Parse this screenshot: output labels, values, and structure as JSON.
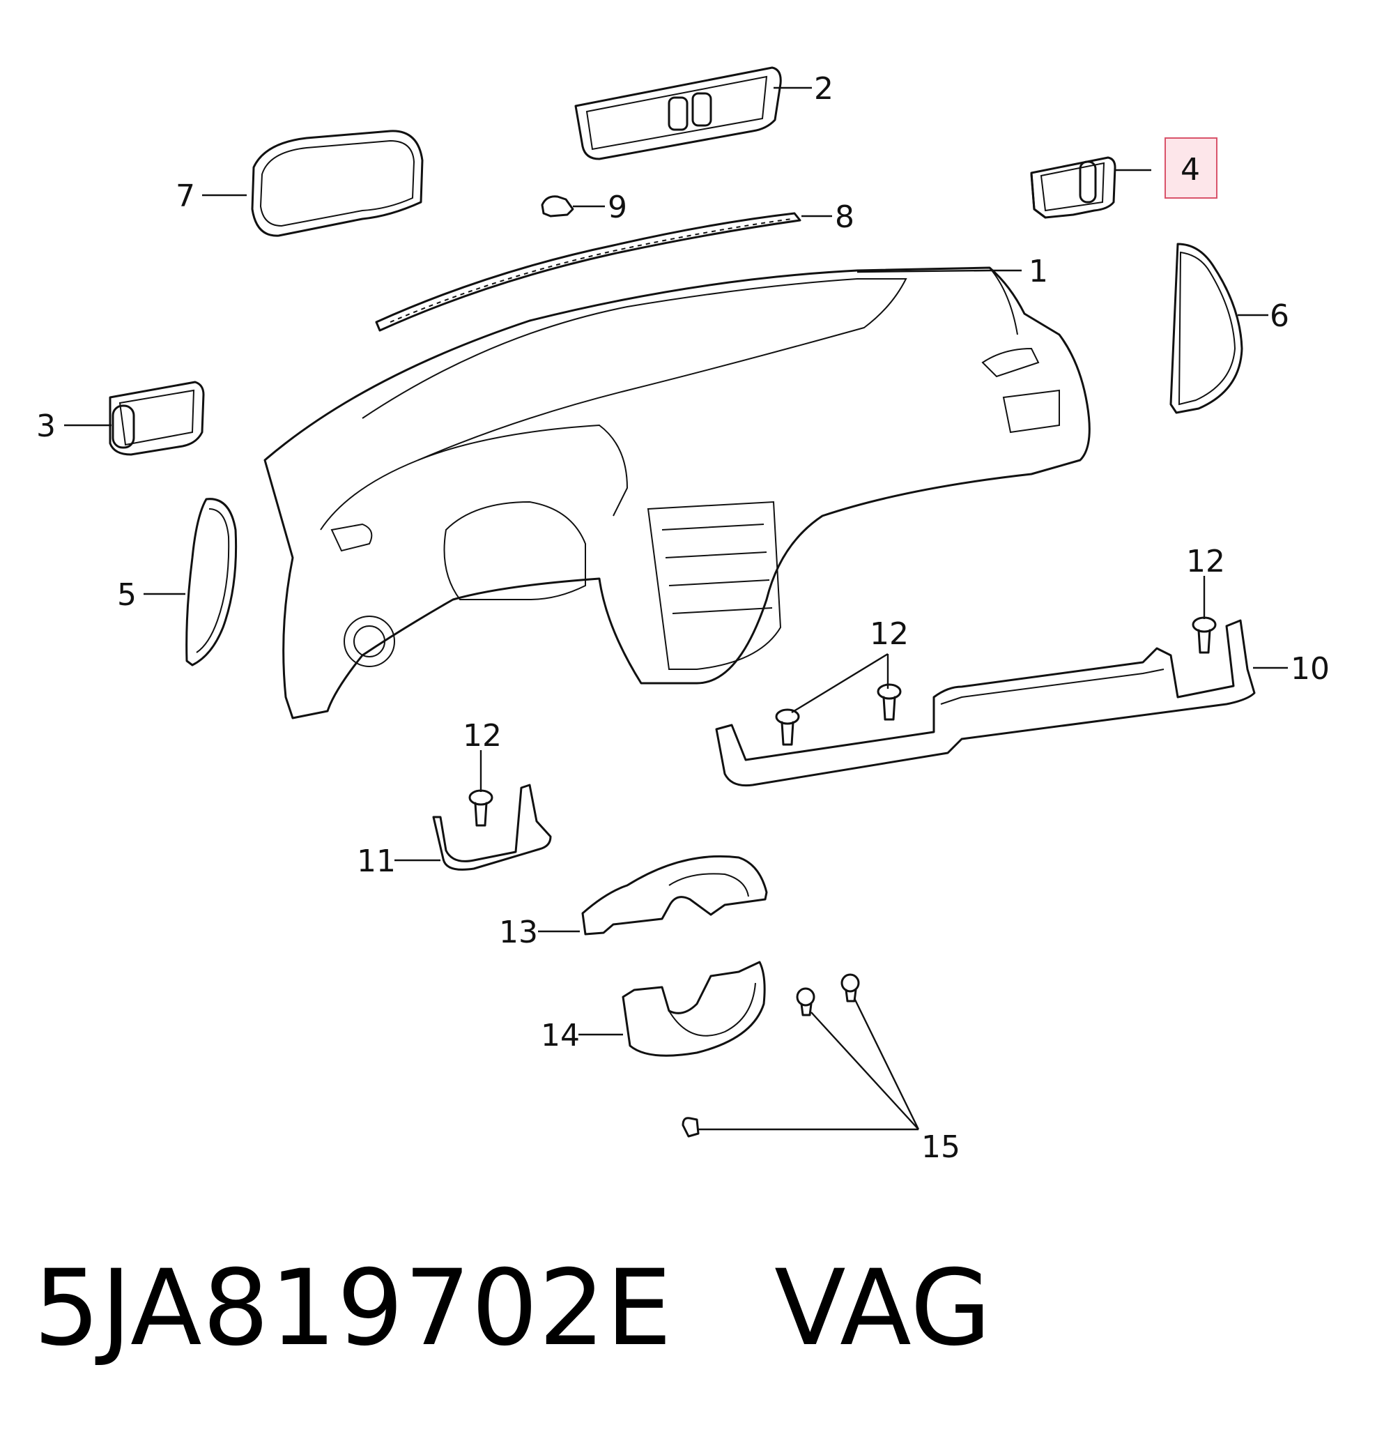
{
  "callouts": {
    "c1": "1",
    "c2": "2",
    "c3": "3",
    "c4": "4",
    "c5": "5",
    "c6": "6",
    "c7": "7",
    "c8": "8",
    "c9": "9",
    "c10": "10",
    "c11": "11",
    "c12a": "12",
    "c12b": "12",
    "c12c": "12",
    "c13": "13",
    "c14": "14",
    "c15": "15"
  },
  "highlighted_part": "4",
  "footer": {
    "part_number": "5JA819702E",
    "brand": "VAG"
  },
  "colors": {
    "highlight_fill": "#fde6ea",
    "highlight_stroke": "#d9536a",
    "line": "#111111"
  }
}
